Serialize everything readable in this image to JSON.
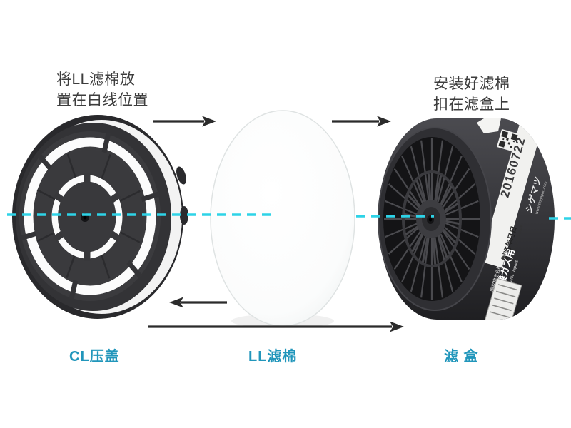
{
  "colors": {
    "label_teal": "#2196bb",
    "guide_cyan": "#2ed3e7",
    "arrow": "#2b2b2b",
    "disc_body": "#333336",
    "filter_body": "#3b3b3f"
  },
  "annotations": {
    "left": {
      "line1": "将LL滤棉放",
      "line2": "置在白线位置"
    },
    "right": {
      "line1": "安装好滤棉",
      "line2": "扣在滤盒上"
    }
  },
  "part_labels": {
    "cl_cap": "CL压盖",
    "ll_filter": "LL滤棉",
    "filter_box": "滤 盒"
  },
  "filter_markings": {
    "date_code": "20160722",
    "mfg_label_jp": "製造年月日",
    "mfg_label_en": "Date of Manufacture",
    "brand": "シゲマツ",
    "brand_url": "www.sts-japan.com",
    "cert_line": "国家検定合格品",
    "gas_type_jp": "有機ガス用",
    "gas_type_en": "For Organic Vapors"
  }
}
